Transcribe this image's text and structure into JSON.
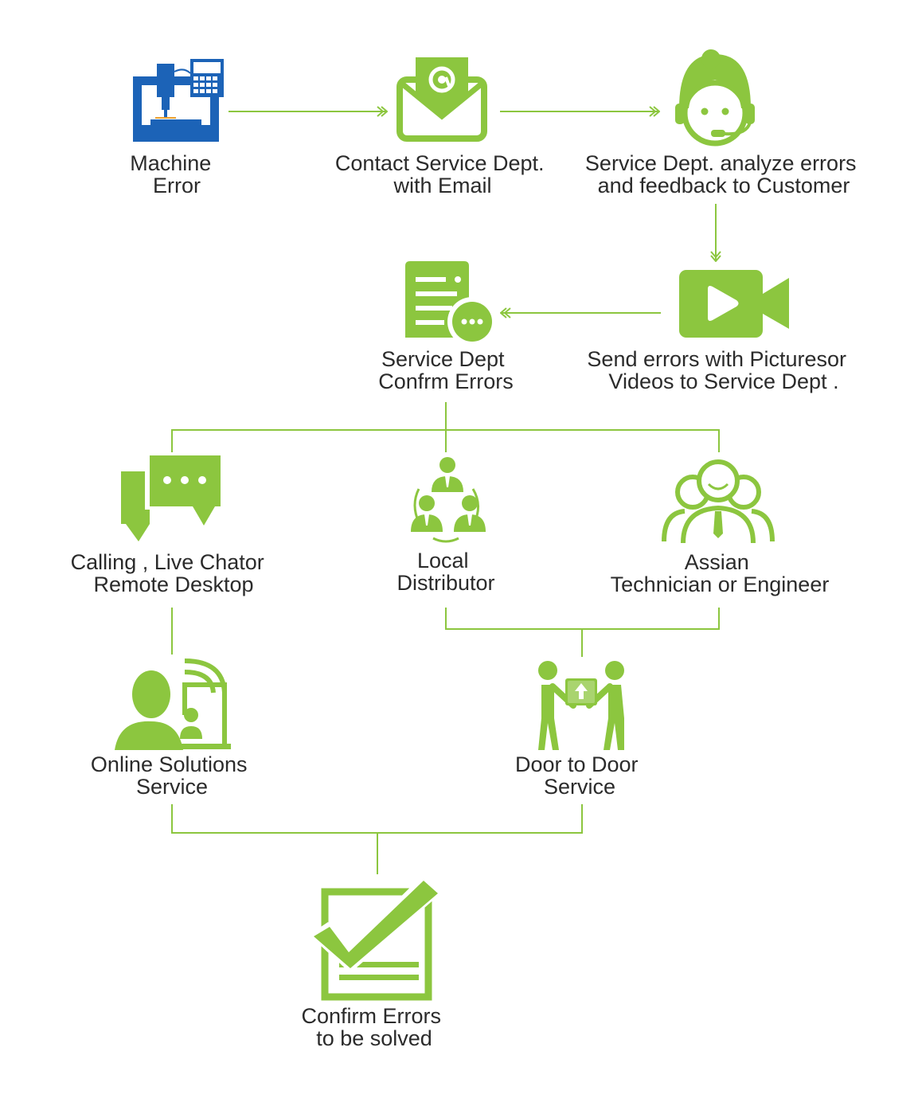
{
  "colors": {
    "accent": "#8cc63f",
    "machine_blue": "#1c63b7",
    "text": "#2b2b2b"
  },
  "nodes": {
    "machine_error": {
      "icon": "cnc-machine-icon",
      "lines": [
        "Machine",
        "Error"
      ]
    },
    "contact_email": {
      "icon": "email-envelope-icon",
      "lines": [
        "Contact Service Dept.",
        "with Email"
      ]
    },
    "analyze_feedback": {
      "icon": "support-agent-icon",
      "lines": [
        "Service Dept. analyze errors",
        "and feedback to Customer"
      ]
    },
    "send_media": {
      "icon": "video-camera-icon",
      "lines": [
        "Send errors with Picturesor",
        "Videos to Service Dept ."
      ]
    },
    "confirm_errors": {
      "icon": "document-chat-icon",
      "lines": [
        "Service Dept",
        "Confrm Errors"
      ]
    },
    "calling_chat": {
      "icon": "chat-bubbles-icon",
      "lines": [
        "Calling , Live Chator",
        "Remote Desktop"
      ]
    },
    "local_distributor": {
      "icon": "team-network-icon",
      "lines": [
        "Local",
        "Distributor"
      ]
    },
    "technician": {
      "icon": "technician-group-icon",
      "lines": [
        "Assian",
        "Technician or Engineer"
      ]
    },
    "online_service": {
      "icon": "online-support-icon",
      "lines": [
        "Online Solutions",
        "Service"
      ]
    },
    "door_service": {
      "icon": "package-delivery-icon",
      "lines": [
        "Door to Door",
        "Service"
      ]
    },
    "solved": {
      "icon": "checkmark-checkbox-icon",
      "lines": [
        "Confirm Errors",
        "to be solved"
      ]
    }
  }
}
